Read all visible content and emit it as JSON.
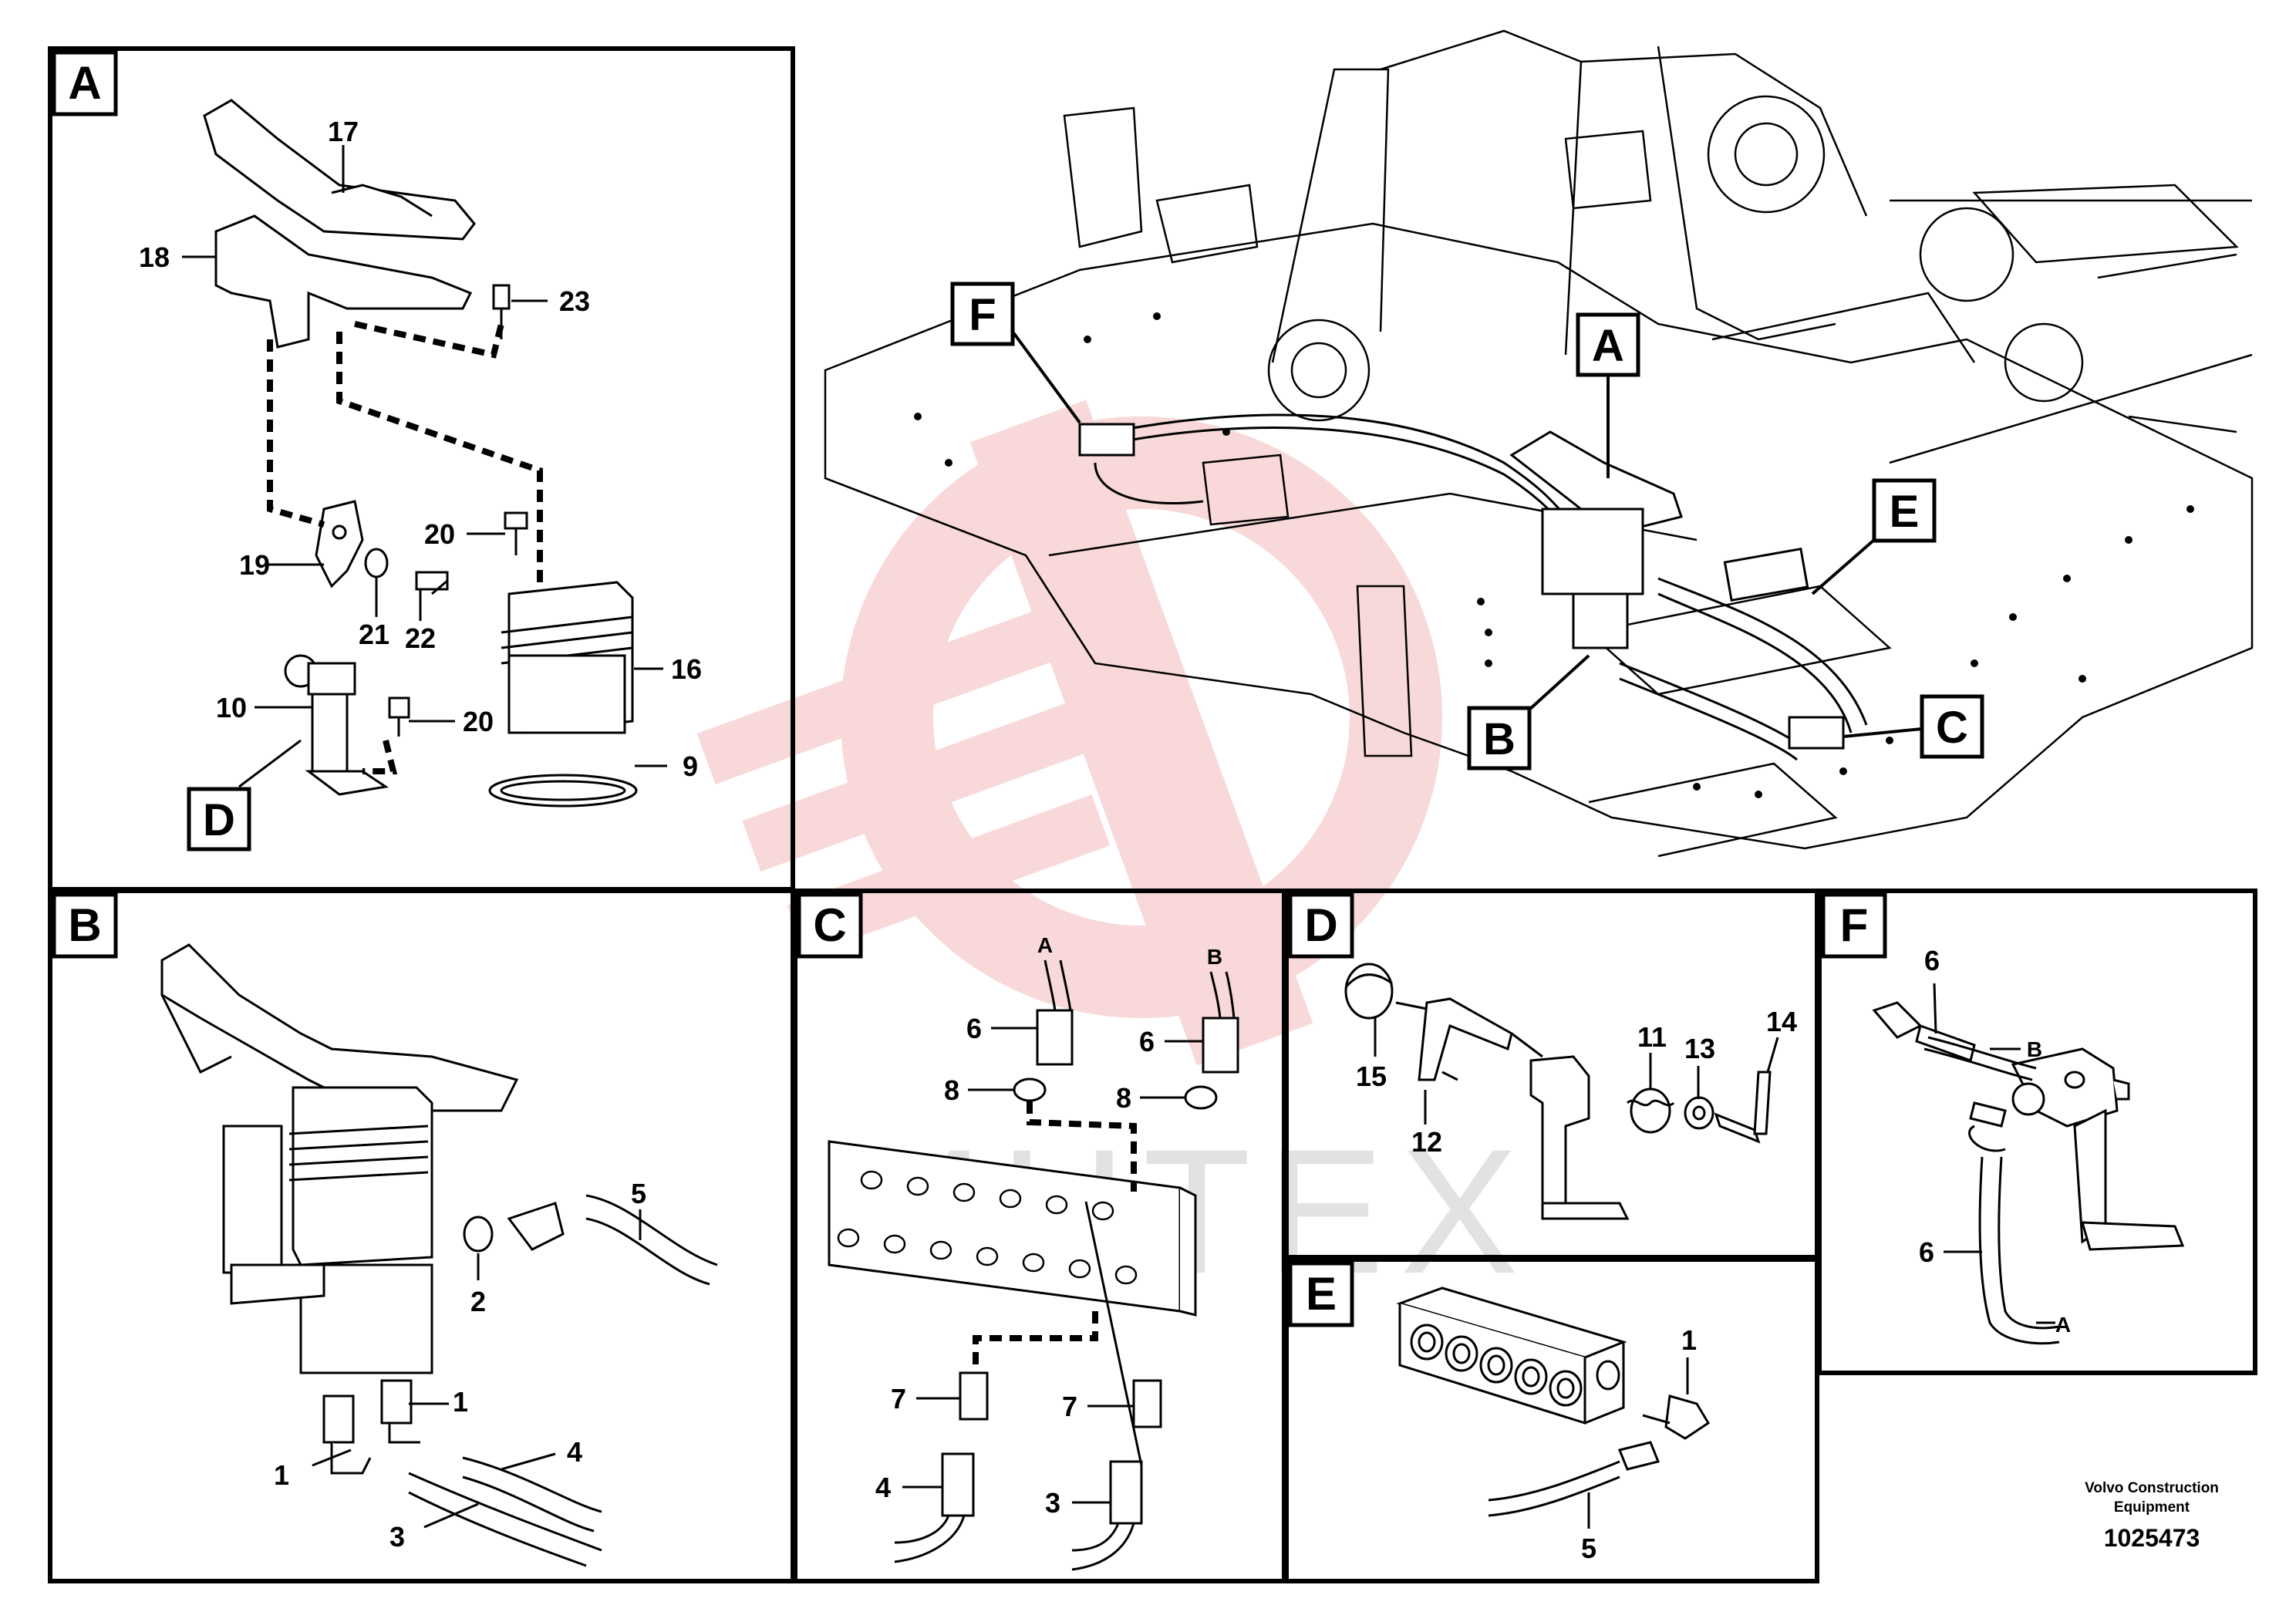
{
  "panels": [
    {
      "id": "A",
      "label": "A"
    },
    {
      "id": "B",
      "label": "B"
    },
    {
      "id": "C",
      "label": "C"
    },
    {
      "id": "D",
      "label": "D"
    },
    {
      "id": "E",
      "label": "E"
    },
    {
      "id": "F",
      "label": "F"
    }
  ],
  "overview_callouts": [
    "F",
    "A",
    "E",
    "B",
    "C"
  ],
  "panel_a": {
    "parts": [
      "17",
      "18",
      "23",
      "20",
      "19",
      "21",
      "22",
      "16",
      "10",
      "20",
      "9"
    ],
    "detail_ref": "D"
  },
  "panel_b": {
    "parts": [
      "5",
      "2",
      "1",
      "4",
      "1",
      "3"
    ]
  },
  "panel_c": {
    "hose_refs": [
      "A",
      "B"
    ],
    "parts": [
      "6",
      "6",
      "8",
      "8",
      "7",
      "7",
      "4",
      "3"
    ]
  },
  "panel_d": {
    "parts": [
      "11",
      "13",
      "14",
      "15",
      "12"
    ]
  },
  "panel_e": {
    "parts": [
      "1",
      "5"
    ]
  },
  "panel_f": {
    "parts": [
      "6",
      "B",
      "6",
      "A"
    ]
  },
  "footer": {
    "company_line1": "Volvo Construction",
    "company_line2": "Equipment",
    "drawing_number": "1025473"
  },
  "colors": {
    "ink": "#000000",
    "watermark": "#f3b9b9",
    "watermark_text": "#dcdcdc"
  }
}
